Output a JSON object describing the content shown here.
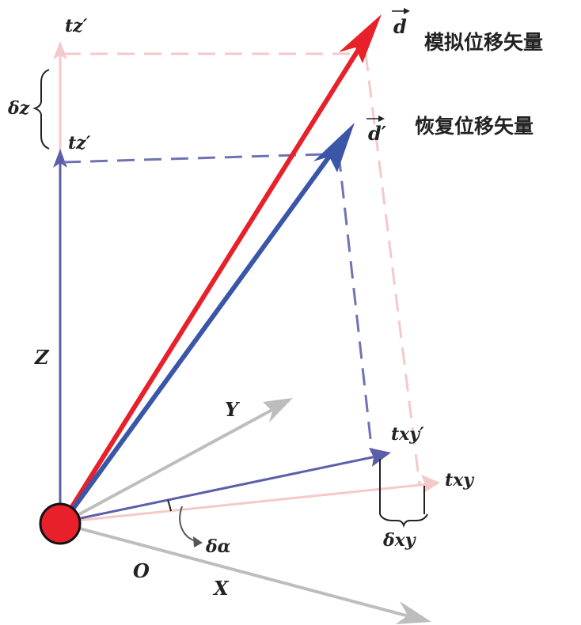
{
  "labels": {
    "tz_top": "tz′",
    "tz_bottom": "tz′",
    "delta_z": "δz",
    "axis_z": "Z",
    "axis_y": "Y",
    "axis_x": "X",
    "origin": "O",
    "delta_alpha": "δα",
    "txy_prime": "txy′",
    "txy": "txy",
    "delta_xy": "δxy",
    "d": "d",
    "d_prime": "d′",
    "simulated_vector": "模拟位移矢量",
    "recovered_vector": "恢复位移矢量"
  },
  "colors": {
    "simulated": "#e8202a",
    "recovered": "#3a56a8",
    "axis_blue": "#5b5fa8",
    "pink_light": "#f4c9c9",
    "dashed_blue": "#6f73b3",
    "axis_gray": "#bdbdbd",
    "origin_fill": "#e8202a",
    "dark": "#222222"
  }
}
